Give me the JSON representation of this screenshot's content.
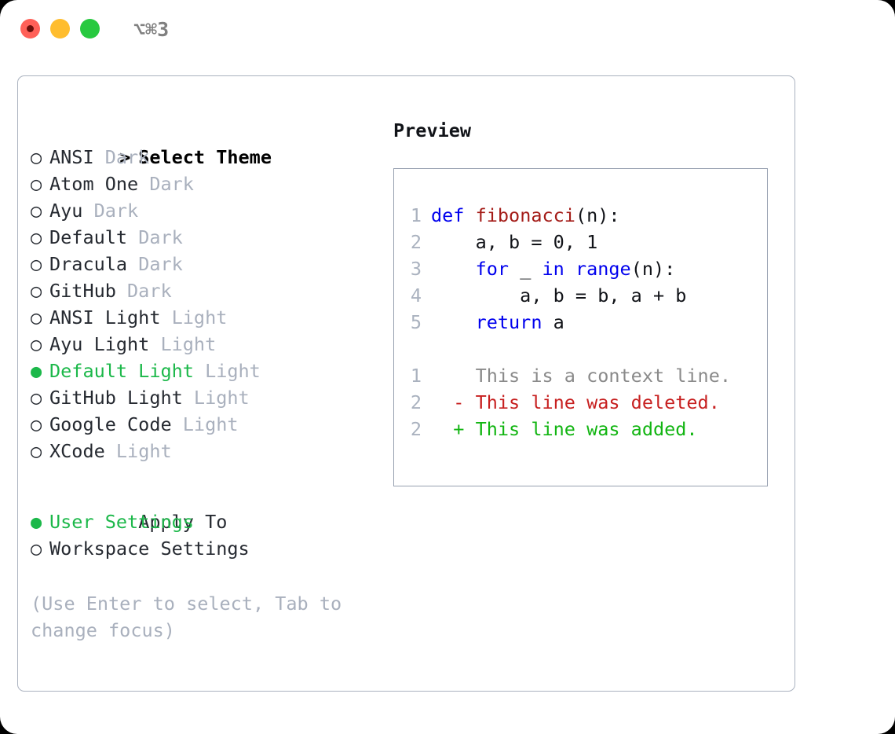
{
  "titlebar": {
    "traffic_lights": [
      {
        "name": "close",
        "color": "#ff6058"
      },
      {
        "name": "minimize",
        "color": "#ffbd2e"
      },
      {
        "name": "zoom",
        "color": "#27c93f"
      }
    ],
    "shortcut": "⌥⌘3"
  },
  "theme_list": {
    "header": {
      "marker": ">",
      "label": "Select Theme"
    },
    "items": [
      {
        "marker": "○",
        "label": "ANSI",
        "tag": "Dark",
        "selected": false
      },
      {
        "marker": "○",
        "label": "Atom One",
        "tag": "Dark",
        "selected": false
      },
      {
        "marker": "○",
        "label": "Ayu",
        "tag": "Dark",
        "selected": false
      },
      {
        "marker": "○",
        "label": "Default",
        "tag": "Dark",
        "selected": false
      },
      {
        "marker": "○",
        "label": "Dracula",
        "tag": "Dark",
        "selected": false
      },
      {
        "marker": "○",
        "label": "GitHub",
        "tag": "Dark",
        "selected": false
      },
      {
        "marker": "○",
        "label": "ANSI Light",
        "tag": "Light",
        "selected": false
      },
      {
        "marker": "○",
        "label": "Ayu Light",
        "tag": "Light",
        "selected": false
      },
      {
        "marker": "●",
        "label": "Default Light",
        "tag": "Light",
        "selected": true
      },
      {
        "marker": "○",
        "label": "GitHub Light",
        "tag": "Light",
        "selected": false
      },
      {
        "marker": "○",
        "label": "Google Code",
        "tag": "Light",
        "selected": false
      },
      {
        "marker": "○",
        "label": "XCode",
        "tag": "Light",
        "selected": false
      }
    ]
  },
  "apply_to": {
    "header": {
      "marker": " ",
      "label": "Apply To"
    },
    "options": [
      {
        "marker": "●",
        "label": "User Settings",
        "selected": true
      },
      {
        "marker": "○",
        "label": "Workspace Settings",
        "selected": false
      }
    ]
  },
  "hint": "(Use Enter to select, Tab to change focus)",
  "preview": {
    "title": "Preview",
    "code_lines": [
      {
        "number": "1",
        "tokens": [
          {
            "t": "def",
            "c": "kw"
          },
          {
            "t": " ",
            "c": "txt"
          },
          {
            "t": "fibonacci",
            "c": "fn"
          },
          {
            "t": "(n):",
            "c": "txt"
          }
        ]
      },
      {
        "number": "2",
        "tokens": [
          {
            "t": "    a, b = 0, 1",
            "c": "txt"
          }
        ]
      },
      {
        "number": "3",
        "tokens": [
          {
            "t": "    ",
            "c": "txt"
          },
          {
            "t": "for",
            "c": "kw"
          },
          {
            "t": " _ ",
            "c": "txt"
          },
          {
            "t": "in",
            "c": "kw"
          },
          {
            "t": " ",
            "c": "txt"
          },
          {
            "t": "range",
            "c": "kw"
          },
          {
            "t": "(n):",
            "c": "txt"
          }
        ]
      },
      {
        "number": "4",
        "tokens": [
          {
            "t": "        a, b = b, a + b",
            "c": "txt"
          }
        ]
      },
      {
        "number": "5",
        "tokens": [
          {
            "t": "    ",
            "c": "txt"
          },
          {
            "t": "return",
            "c": "kw"
          },
          {
            "t": " a",
            "c": "txt"
          }
        ]
      }
    ],
    "diff_lines": [
      {
        "number": "1",
        "marker": " ",
        "text": "This is a context line.",
        "kind": "ctx"
      },
      {
        "number": "2",
        "marker": "-",
        "text": "This line was deleted.",
        "kind": "del"
      },
      {
        "number": "2",
        "marker": "+",
        "text": "This line was added.",
        "kind": "add"
      }
    ]
  },
  "colors": {
    "accent_green": "#1cb84a",
    "muted": "#a9b0bd",
    "keyword_blue": "#0000ee",
    "function_red": "#a41c18",
    "diff_added": "#12b512",
    "diff_deleted": "#c72020",
    "panel_border": "#aab2bf",
    "preview_border": "#97a0b0"
  }
}
